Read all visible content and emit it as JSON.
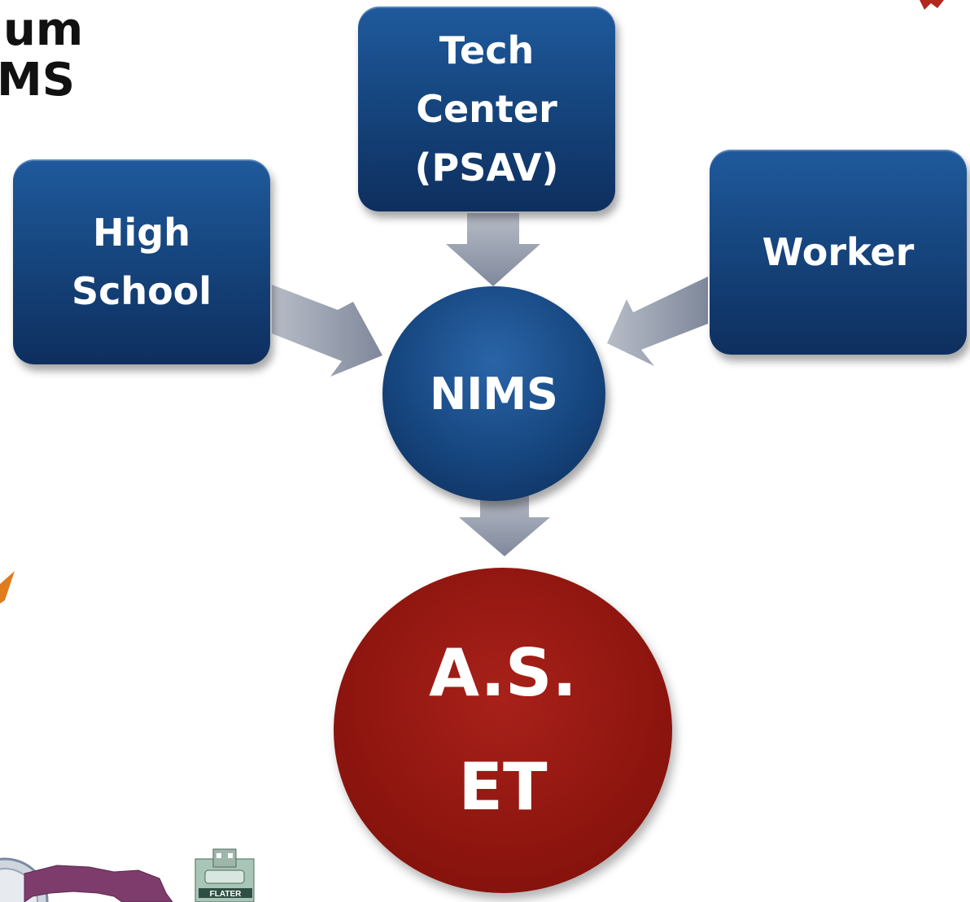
{
  "title_fragment": [
    "um",
    "MS"
  ],
  "nodes": {
    "tech_center": [
      "Tech",
      "Center",
      "(PSAV)"
    ],
    "high_school": [
      "High",
      "School"
    ],
    "worker": "Worker",
    "nims": "NIMS",
    "asset": [
      "A.S.",
      "ET"
    ]
  },
  "logos": {
    "flater_label": "FLATER"
  },
  "colors": {
    "box_blue": "#16467f",
    "arrow_gray": "#8d95a6",
    "asset_red": "#8e150f"
  }
}
